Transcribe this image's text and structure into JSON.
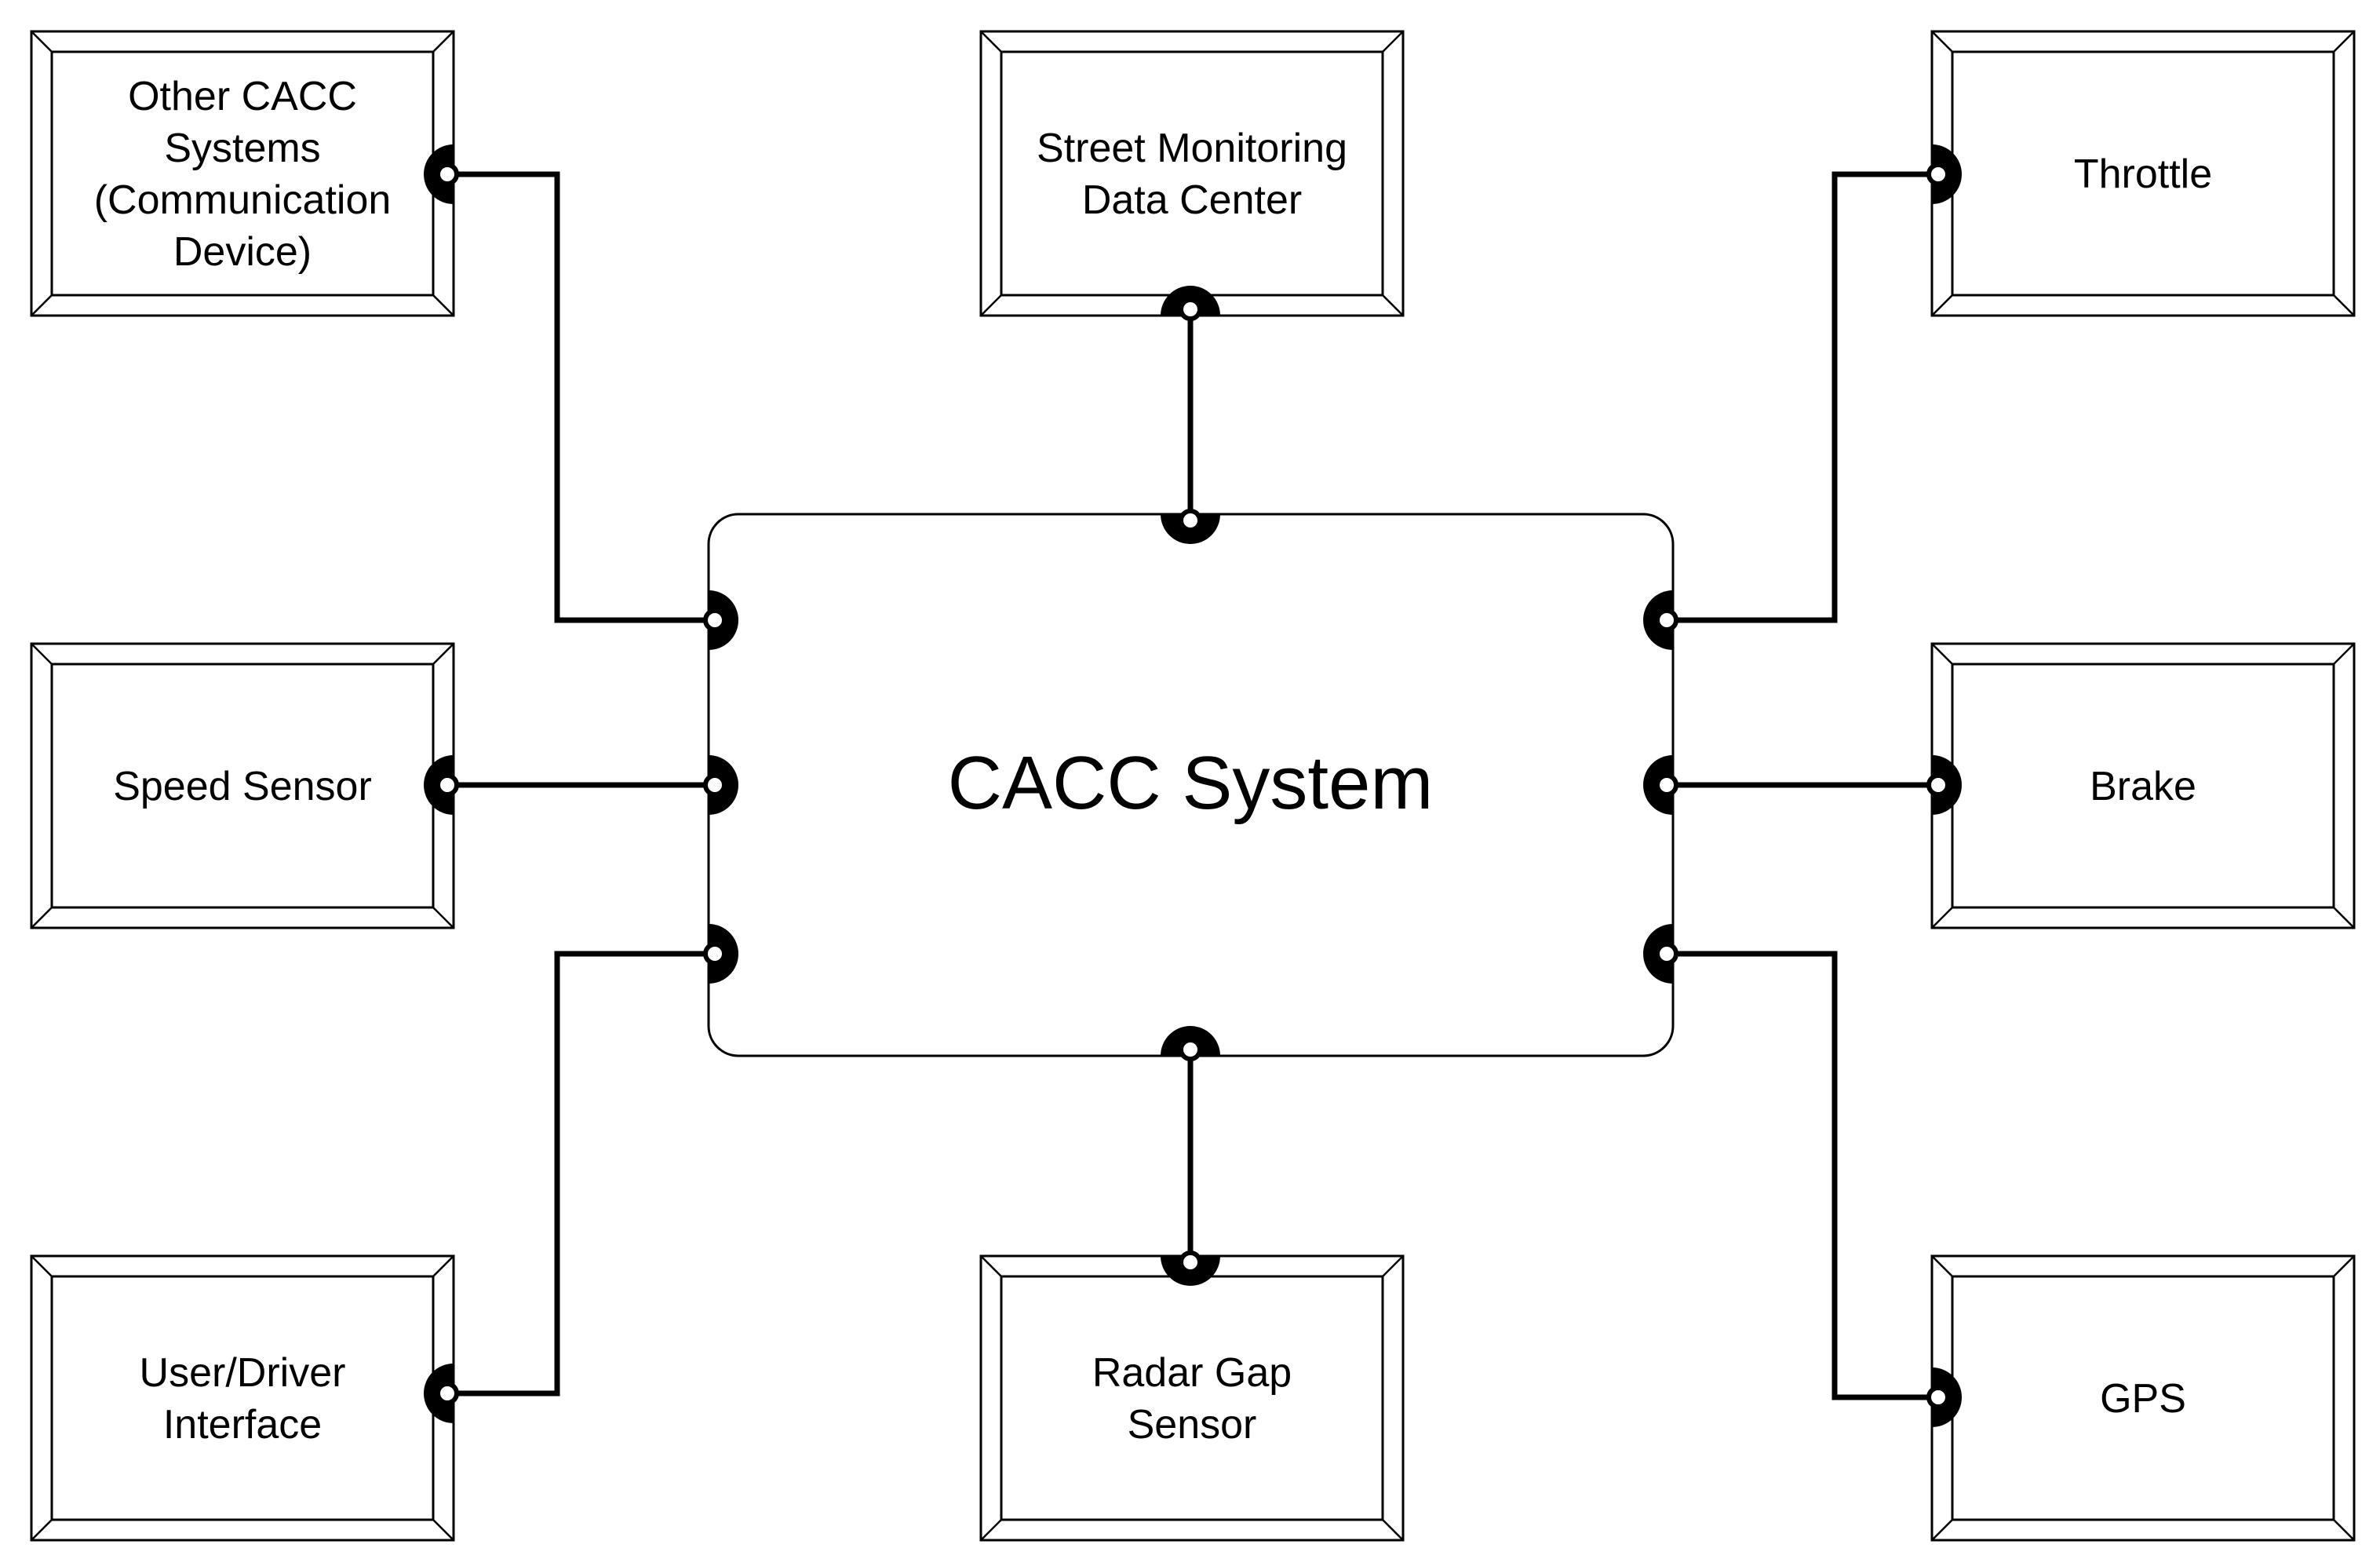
{
  "center": {
    "label": "CACC System"
  },
  "components": {
    "other_cacc": {
      "lines": [
        "Other CACC",
        "Systems",
        "(Communication",
        "Device)"
      ]
    },
    "street_monitoring": {
      "lines": [
        "Street Monitoring",
        "Data Center"
      ]
    },
    "throttle": {
      "lines": [
        "Throttle"
      ]
    },
    "speed_sensor": {
      "lines": [
        "Speed Sensor"
      ]
    },
    "brake": {
      "lines": [
        "Brake"
      ]
    },
    "user_driver": {
      "lines": [
        "User/Driver",
        "Interface"
      ]
    },
    "radar_gap": {
      "lines": [
        "Radar Gap",
        "Sensor"
      ]
    },
    "gps": {
      "lines": [
        "GPS"
      ]
    }
  }
}
